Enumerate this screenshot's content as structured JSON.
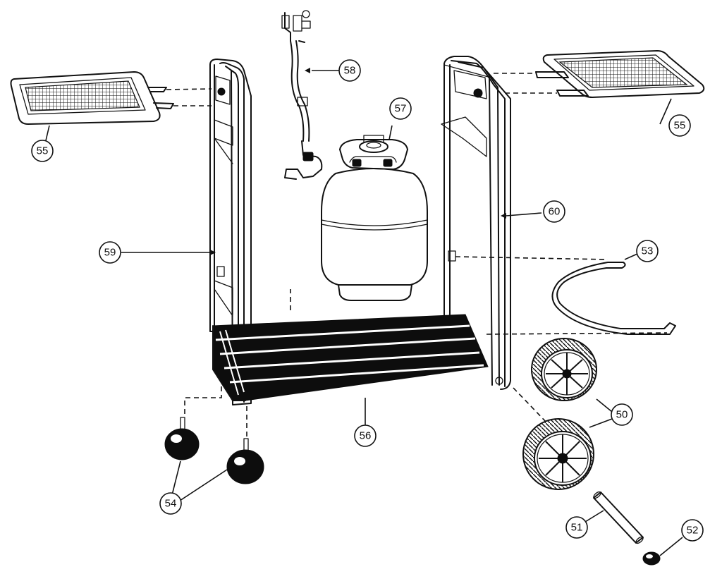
{
  "diagram": {
    "callouts": {
      "side_shelf_left": "55",
      "side_shelf_right": "55",
      "gas_hose_regulator": "58",
      "propane_tank": "57",
      "left_frame": "59",
      "right_frame": "60",
      "tank_retainer": "53",
      "bottom_shelf": "56",
      "rear_wheels": "50",
      "casters": "54",
      "axle": "51",
      "hubcap_nut": "52"
    }
  }
}
